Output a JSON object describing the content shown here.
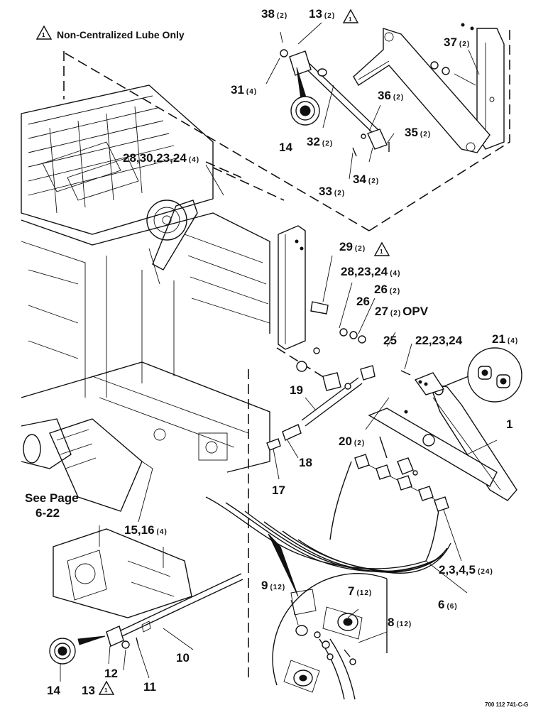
{
  "note": {
    "text": "Non-Centralized Lube Only",
    "symbol": "1"
  },
  "see_page": {
    "line1": "See Page",
    "line2": "6-22"
  },
  "figure_id": "700 112 741-C-G",
  "callouts": {
    "c38": {
      "label": "38",
      "qty": "(2)"
    },
    "c13t": {
      "label": "13",
      "qty": "(2)"
    },
    "c37": {
      "label": "37",
      "qty": "(2)"
    },
    "c31": {
      "label": "31",
      "qty": "(4)"
    },
    "c36": {
      "label": "36",
      "qty": "(2)"
    },
    "c35": {
      "label": "35",
      "qty": "(2)"
    },
    "c32": {
      "label": "32",
      "qty": "(2)"
    },
    "c14t": {
      "label": "14",
      "qty": ""
    },
    "c34": {
      "label": "34",
      "qty": "(2)"
    },
    "c33": {
      "label": "33",
      "qty": "(2)"
    },
    "c28a": {
      "label": "28,30,23,24",
      "qty": "(4)"
    },
    "c29": {
      "label": "29",
      "qty": "(2)"
    },
    "c28b": {
      "label": "28,23,24",
      "qty": "(4)"
    },
    "c26a": {
      "label": "26",
      "qty": "(2)"
    },
    "c26b": {
      "label": "26",
      "qty": ""
    },
    "c27": {
      "label": "27",
      "qty": "(2)",
      "suffix": "OPV"
    },
    "c25": {
      "label": "25",
      "qty": ""
    },
    "c22": {
      "label": "22,23,24",
      "qty": ""
    },
    "c21": {
      "label": "21",
      "qty": "(4)"
    },
    "c19": {
      "label": "19",
      "qty": ""
    },
    "c1": {
      "label": "1",
      "qty": ""
    },
    "c20": {
      "label": "20",
      "qty": "(2)"
    },
    "c18": {
      "label": "18",
      "qty": ""
    },
    "c17": {
      "label": "17",
      "qty": ""
    },
    "c15": {
      "label": "15,16",
      "qty": "(4)"
    },
    "c2": {
      "label": "2,3,4,5",
      "qty": "(24)"
    },
    "c6": {
      "label": "6",
      "qty": "(6)"
    },
    "c9": {
      "label": "9",
      "qty": "(12)"
    },
    "c7": {
      "label": "7",
      "qty": "(12)"
    },
    "c8": {
      "label": "8",
      "qty": "(12)"
    },
    "c10": {
      "label": "10",
      "qty": ""
    },
    "c14b": {
      "label": "14",
      "qty": ""
    },
    "c12": {
      "label": "12",
      "qty": ""
    },
    "c11": {
      "label": "11",
      "qty": ""
    },
    "c13b": {
      "label": "13",
      "qty": ""
    }
  }
}
